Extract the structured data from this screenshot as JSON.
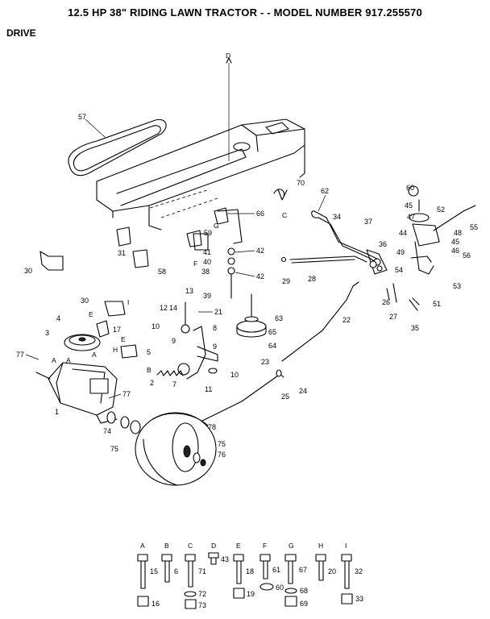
{
  "title": "12.5 HP 38\" RIDING LAWN TRACTOR - - MODEL NUMBER 917.255570",
  "section": "DRIVE",
  "callouts": {
    "c57": "57",
    "cD": "D",
    "c70": "70",
    "cC": "C",
    "c62": "62",
    "c66": "66",
    "c34": "34",
    "c37": "37",
    "c60": "60",
    "c45a": "45",
    "c52": "52",
    "c47": "47",
    "c55": "55",
    "c48": "48",
    "c44": "44",
    "c45b": "45",
    "c46": "46",
    "c49": "49",
    "c56": "56",
    "c36": "36",
    "c59": "59",
    "c41": "41",
    "c42a": "42",
    "c40": "40",
    "c38": "38",
    "c42b": "42",
    "c39": "39",
    "cG": "G",
    "cF": "F",
    "c31": "31",
    "c58": "58",
    "c30a": "30",
    "c29": "29",
    "c28": "28",
    "c54": "54",
    "c53": "53",
    "c26": "26",
    "c51": "51",
    "c27": "27",
    "c35": "35",
    "c13": "13",
    "c21": "21",
    "c12": "12",
    "c14": "14",
    "c63": "63",
    "c8": "8",
    "c65": "65",
    "c22": "22",
    "c64": "64",
    "c10a": "10",
    "c9a": "9",
    "c9b": "9",
    "c10b": "10",
    "c30b": "30",
    "cI": "I",
    "c4": "4",
    "c17": "17",
    "cEa": "E",
    "c3": "3",
    "cEb": "E",
    "c5": "5",
    "cH": "H",
    "cB": "B",
    "c2": "2",
    "c7": "7",
    "c11": "11",
    "c23": "23",
    "c24": "24",
    "c25": "25",
    "c77a": "77",
    "cA1": "A",
    "cA2": "A",
    "cA3": "A",
    "c77b": "77",
    "c1": "1",
    "c74": "74",
    "c75a": "75",
    "c78": "78",
    "c75b": "75",
    "c76": "76"
  },
  "hardware": [
    {
      "letter": "A",
      "bolt": "15",
      "nut": "16"
    },
    {
      "letter": "B",
      "bolt": "6",
      "nut": ""
    },
    {
      "letter": "C",
      "bolt": "71",
      "washer": "72",
      "nut": "73"
    },
    {
      "letter": "D",
      "bolt": "43",
      "nut": ""
    },
    {
      "letter": "E",
      "bolt": "18",
      "nut": "19"
    },
    {
      "letter": "F",
      "bolt": "61",
      "washer": "60"
    },
    {
      "letter": "G",
      "bolt": "67",
      "washer": "68",
      "nut": "69"
    },
    {
      "letter": "H",
      "bolt": "20",
      "nut": ""
    },
    {
      "letter": "I",
      "bolt": "32",
      "nut": "33"
    }
  ],
  "icons": [
    "drive-belt-icon",
    "frame-icon",
    "transaxle-icon",
    "wheel-icon",
    "pulley-icon",
    "spring-icon",
    "bolt-icon",
    "nut-icon"
  ]
}
